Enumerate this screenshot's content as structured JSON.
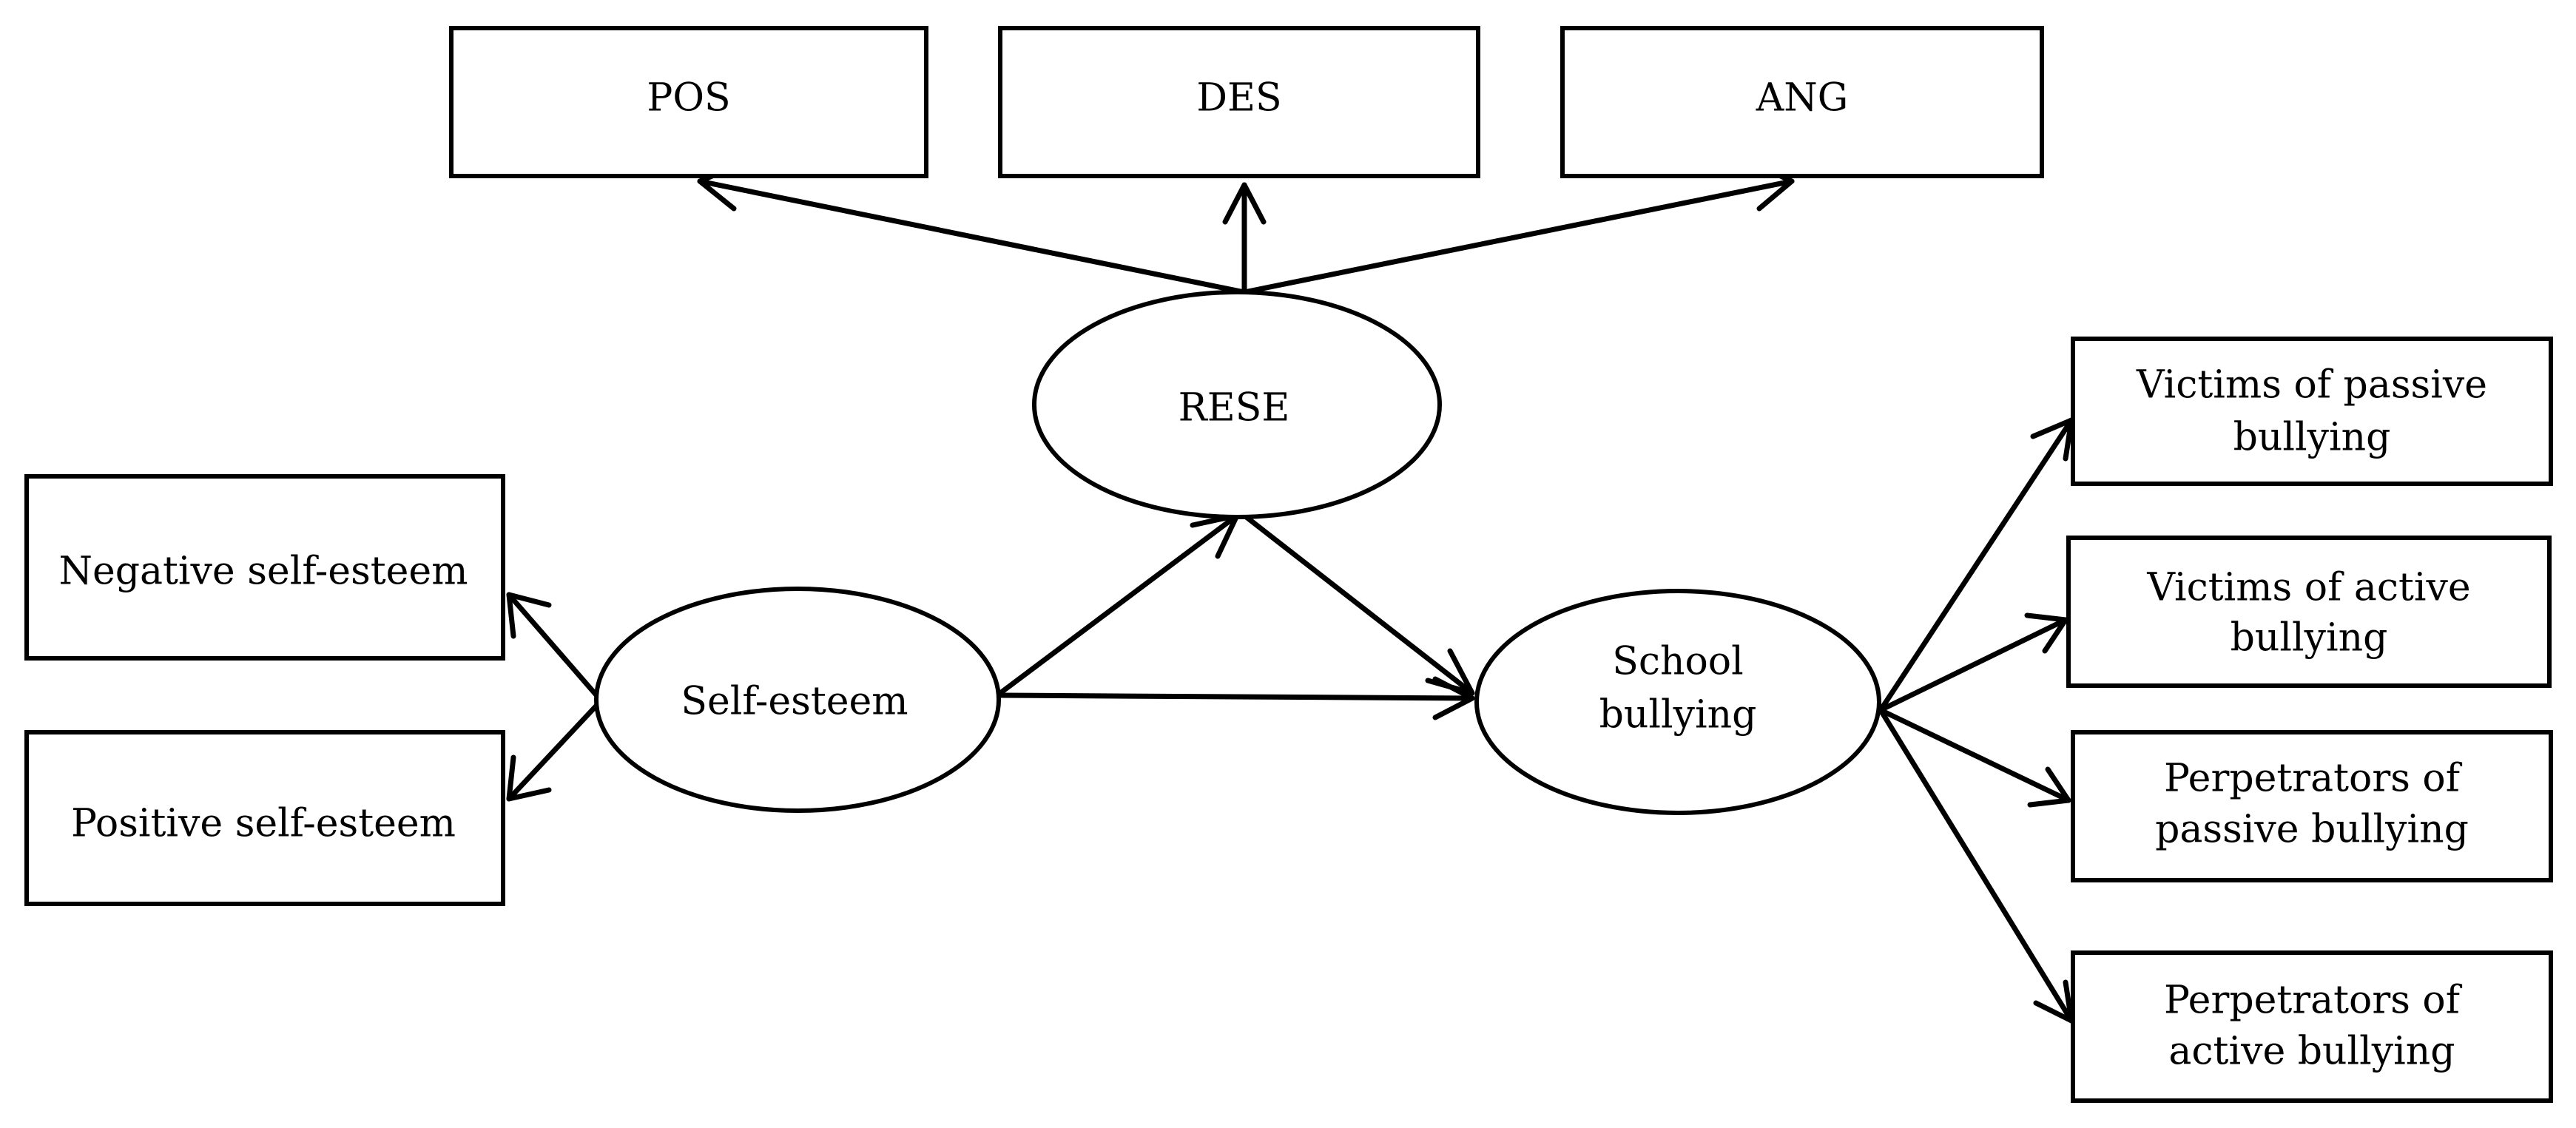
{
  "nodes": {
    "pos": {
      "label": "POS"
    },
    "des": {
      "label": "DES"
    },
    "ang": {
      "label": "ANG"
    },
    "rese": {
      "label": "RESE"
    },
    "negative_self_esteem": {
      "label": "Negative self-esteem"
    },
    "positive_self_esteem": {
      "label": "Positive self-esteem"
    },
    "self_esteem": {
      "label": "Self-esteem"
    },
    "school_bullying": {
      "line1": "School",
      "line2": "bullying"
    },
    "victims_passive": {
      "line1": "Victims of passive",
      "line2": "bullying"
    },
    "victims_active": {
      "line1": "Victims of active",
      "line2": "bullying"
    },
    "perpetrators_passive": {
      "line1": "Perpetrators of",
      "line2": "passive bullying"
    },
    "perpetrators_active": {
      "line1": "Perpetrators of",
      "line2": "active bullying"
    }
  },
  "colors": {
    "stroke": "#000000",
    "background": "#ffffff"
  }
}
